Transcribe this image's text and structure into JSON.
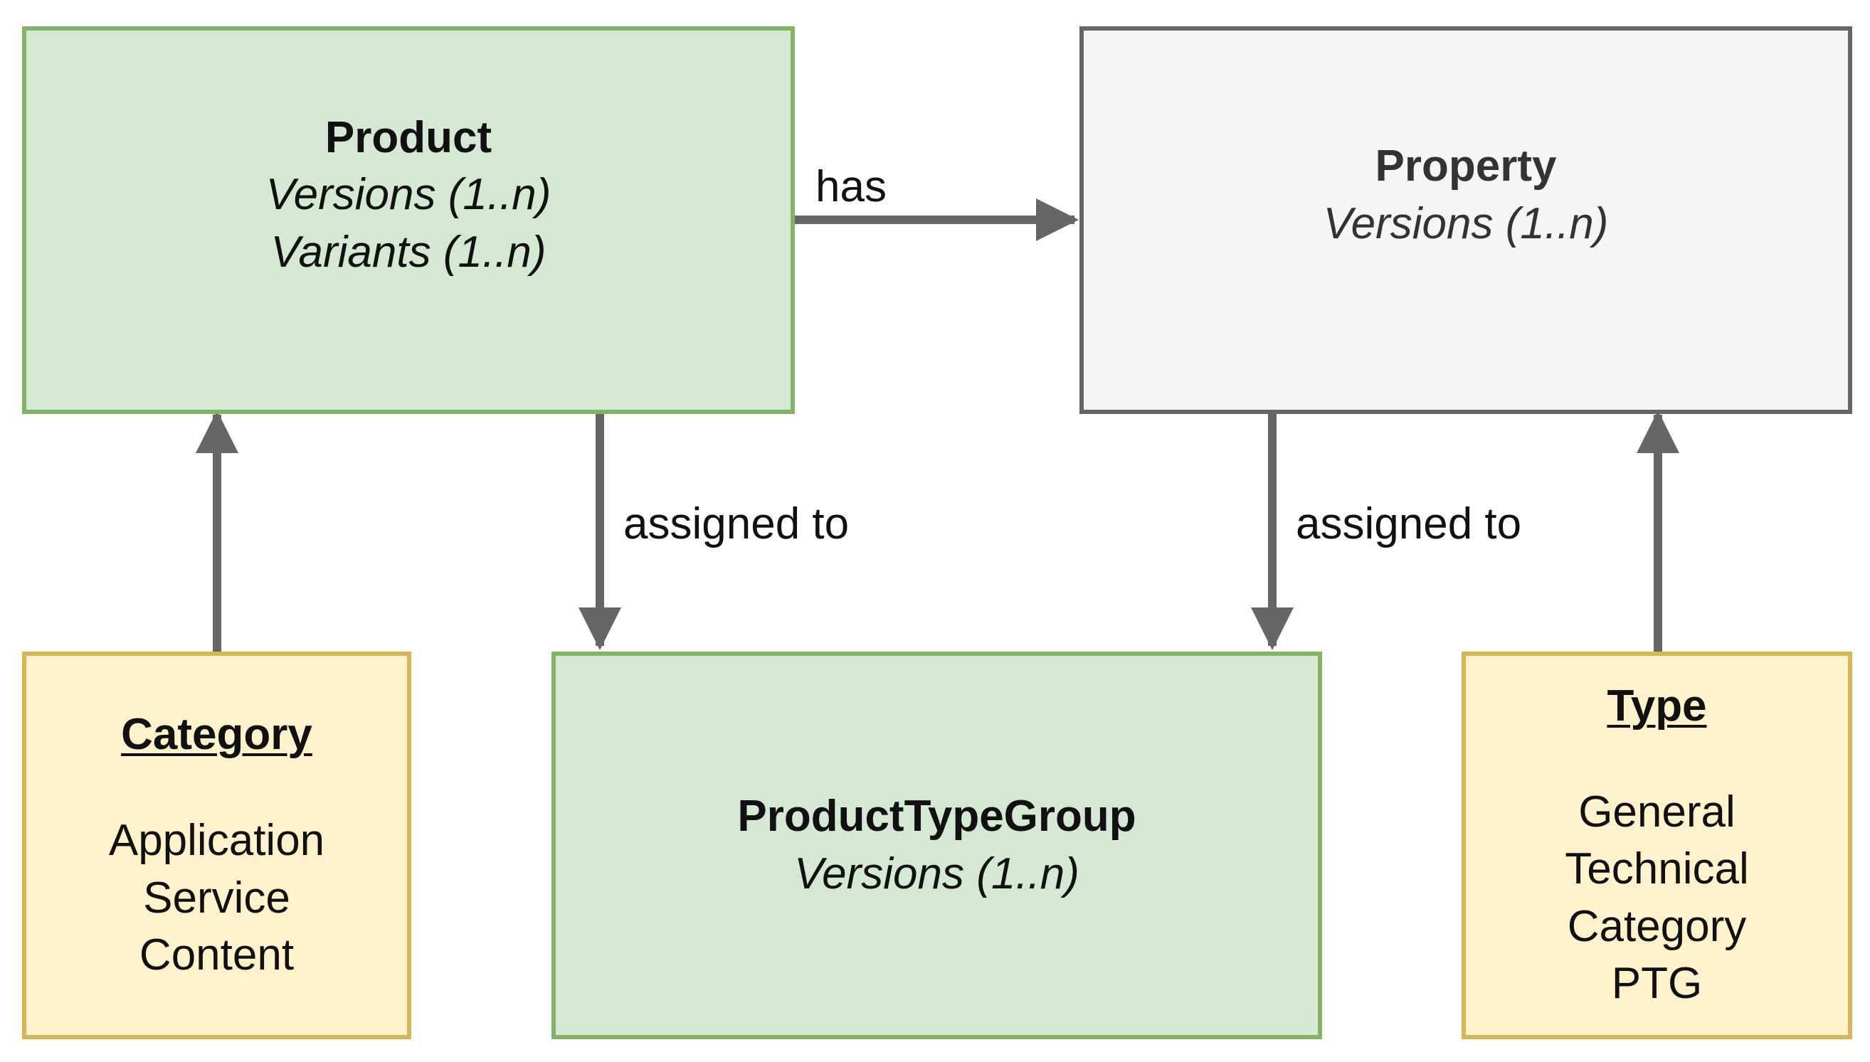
{
  "nodes": {
    "product": {
      "title": "Product",
      "lines": [
        "Versions (1..n)",
        "Variants (1..n)"
      ]
    },
    "property": {
      "title": "Property",
      "lines": [
        "Versions (1..n)"
      ]
    },
    "product_type_group": {
      "title": "ProductTypeGroup",
      "lines": [
        "Versions (1..n)"
      ]
    },
    "category": {
      "title": "Category",
      "items": [
        "Application",
        "Service",
        "Content"
      ]
    },
    "type": {
      "title": "Type",
      "items": [
        "General",
        "Technical",
        "Category",
        "PTG"
      ]
    }
  },
  "edges": [
    {
      "from": "Product",
      "to": "Property",
      "label": "has"
    },
    {
      "from": "Product",
      "to": "ProductTypeGroup",
      "label": "assigned to"
    },
    {
      "from": "Property",
      "to": "ProductTypeGroup",
      "label": "assigned to"
    },
    {
      "from": "Category",
      "to": "Product",
      "label": ""
    },
    {
      "from": "Type",
      "to": "Property",
      "label": ""
    }
  ],
  "colors": {
    "green_fill": "#d5e8d4",
    "green_stroke": "#82b366",
    "gray_fill": "#f5f5f5",
    "gray_stroke": "#666666",
    "yellow_fill": "#fff2cc",
    "yellow_stroke": "#d6b656",
    "edge": "#666666"
  }
}
